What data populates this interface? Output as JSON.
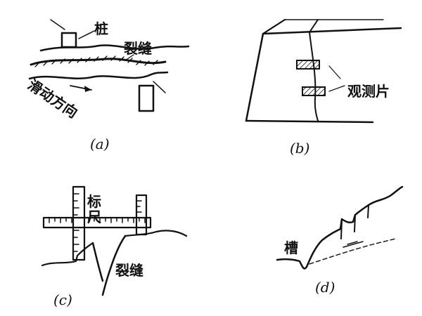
{
  "panels": {
    "a": {
      "caption": "(a)",
      "label_stake": "桩",
      "label_crack": "裂缝",
      "label_direction": "滑动方向"
    },
    "b": {
      "caption": "(b)",
      "label_gauge": "观测片"
    },
    "c": {
      "caption": "(c)",
      "label_ruler": "标尺",
      "label_crack": "裂缝"
    },
    "d": {
      "caption": "(d)",
      "label_groove": "槽"
    }
  }
}
